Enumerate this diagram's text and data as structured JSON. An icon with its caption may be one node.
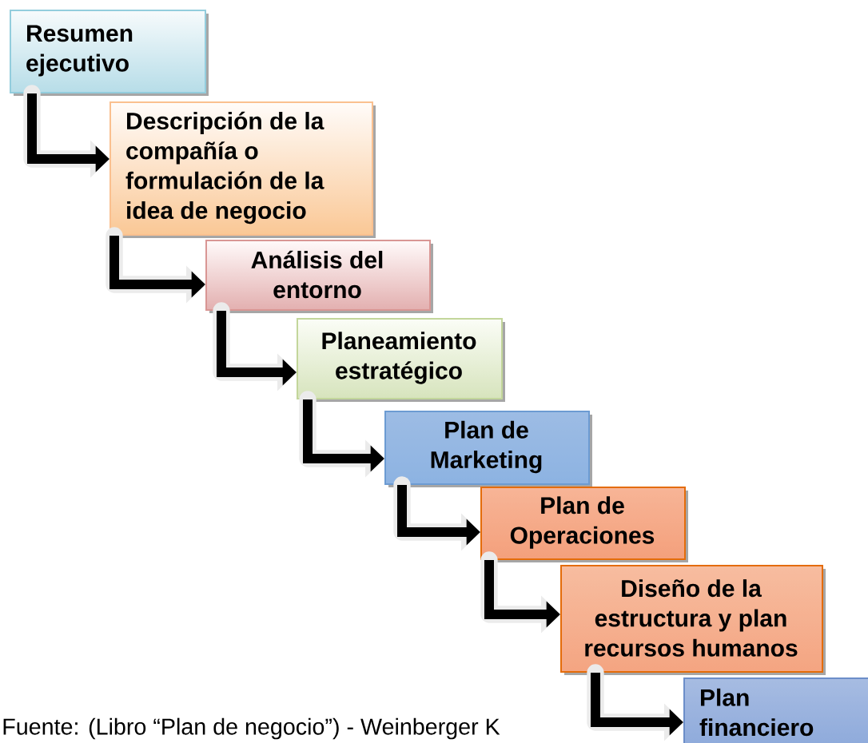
{
  "diagram": {
    "nodes": [
      {
        "text": [
          "Resumen ejecutivo"
        ]
      },
      {
        "text": [
          "Descripción de la compañía o formulación de la idea de negocio"
        ]
      },
      {
        "text": [
          "Análisis del entorno"
        ]
      },
      {
        "text": [
          "Planeamiento estratégico"
        ]
      },
      {
        "text": [
          "Plan de Marketing"
        ]
      },
      {
        "text": [
          "Plan de Operaciones"
        ]
      },
      {
        "text": [
          "Diseño de la estructura y plan recursos humanos"
        ]
      },
      {
        "text": [
          "Plan financiero"
        ]
      }
    ],
    "edges": [
      {
        "from": 0,
        "to": 1,
        "arrow": "to"
      },
      {
        "from": 1,
        "to": 2,
        "arrow": "to"
      },
      {
        "from": 2,
        "to": 3,
        "arrow": "to"
      },
      {
        "from": 3,
        "to": 4,
        "arrow": "to"
      },
      {
        "from": 4,
        "to": 5,
        "arrow": "to"
      },
      {
        "from": 5,
        "to": 6,
        "arrow": "to"
      },
      {
        "from": 6,
        "to": 7,
        "arrow": "to"
      }
    ],
    "labels": [
      "Fuente: (Libro “Plan de negocio”) - Weinberger K"
    ]
  }
}
